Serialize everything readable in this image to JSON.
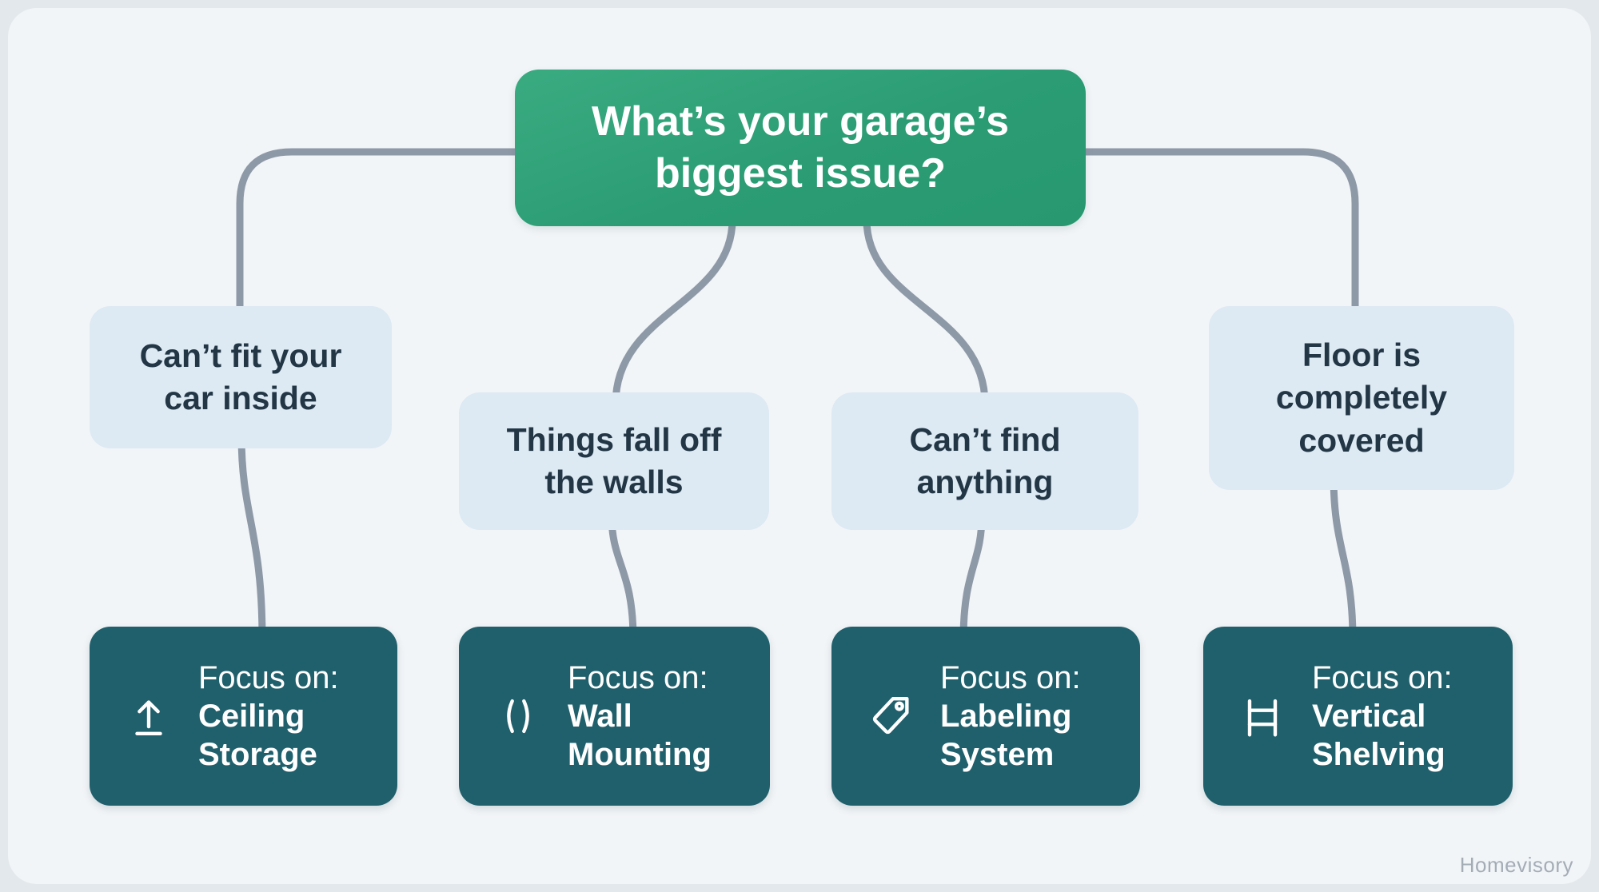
{
  "root": {
    "label": "What’s your garage’s biggest issue?"
  },
  "issues": [
    {
      "label": "Can’t fit your car inside"
    },
    {
      "label": "Things fall off the walls"
    },
    {
      "label": "Can’t find anything"
    },
    {
      "label": "Floor is completely covered"
    }
  ],
  "solutions": [
    {
      "prefix": "Focus on:",
      "label": "Ceiling Storage",
      "icon": "arrow-up-icon"
    },
    {
      "prefix": "Focus on:",
      "label": "Wall Mounting",
      "icon": "brackets-icon"
    },
    {
      "prefix": "Focus on:",
      "label": "Labeling System",
      "icon": "tag-icon"
    },
    {
      "prefix": "Focus on:",
      "label": "Vertical Shelving",
      "icon": "shelf-icon"
    }
  ],
  "watermark": "Homevisory",
  "colors": {
    "root_bg": "#2f9f77",
    "issue_bg": "#dde9f3",
    "solution_bg": "#20606c",
    "connector": "#8e99a8",
    "background": "#f2f5f8",
    "issue_text": "#223645"
  }
}
